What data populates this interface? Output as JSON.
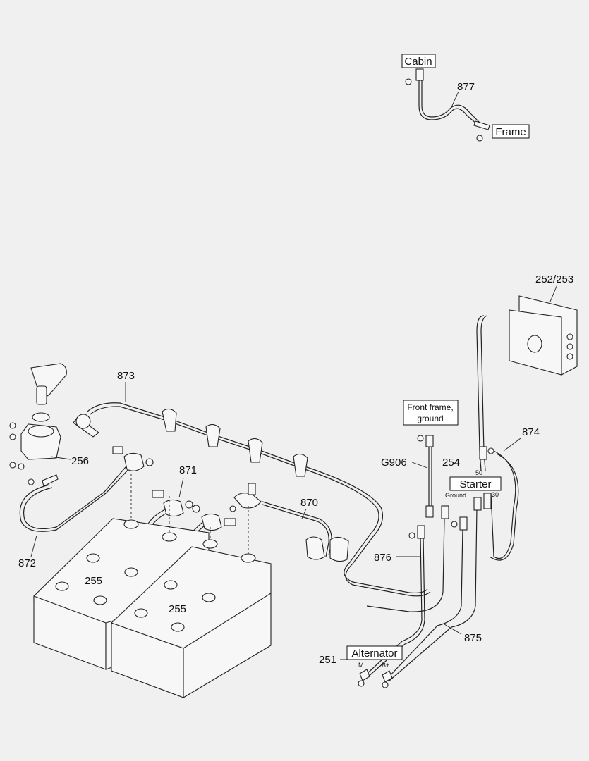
{
  "callouts": {
    "c877": "877",
    "c873": "873",
    "c871": "871",
    "c870": "870",
    "c872": "872",
    "c256": "256",
    "c255a": "255",
    "c255b": "255",
    "c876": "876",
    "c875": "875",
    "c874": "874",
    "c254": "254",
    "c251": "251",
    "cG906": "G906",
    "c252": "252/253"
  },
  "labels": {
    "cabin": "Cabin",
    "frame": "Frame",
    "front_frame_1": "Front frame,",
    "front_frame_2": "ground",
    "starter": "Starter",
    "alternator": "Alternator"
  },
  "small_text": {
    "t50": "50",
    "t30": "30",
    "ground": "Ground",
    "m": "M",
    "bplus": "B+"
  }
}
